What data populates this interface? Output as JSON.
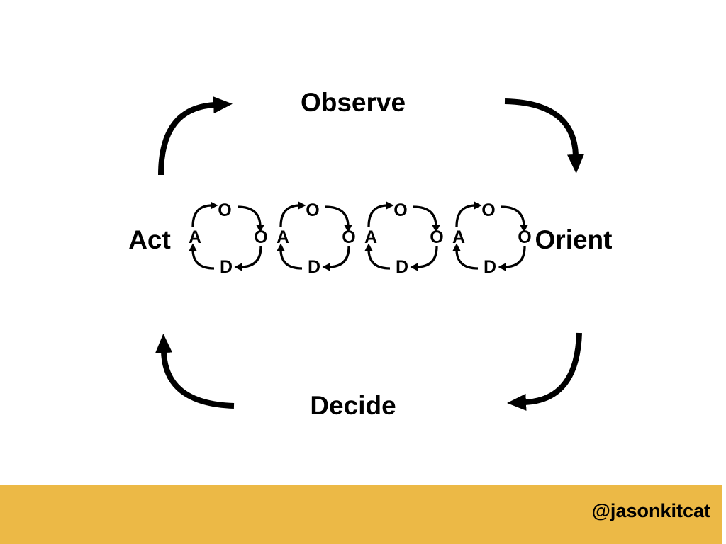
{
  "diagram": {
    "type": "ooda-loop-cycle",
    "labels": {
      "top": "Observe",
      "right": "Orient",
      "bottom": "Decide",
      "left": "Act"
    },
    "mini_loop": {
      "top": "O",
      "right": "O",
      "bottom": "D",
      "left": "A",
      "count": 4
    },
    "footer": {
      "handle": "@jasonkitcat"
    },
    "colors": {
      "ink": "#000000",
      "footer_bar": "#ECB946",
      "background": "#FFFFFF"
    }
  }
}
